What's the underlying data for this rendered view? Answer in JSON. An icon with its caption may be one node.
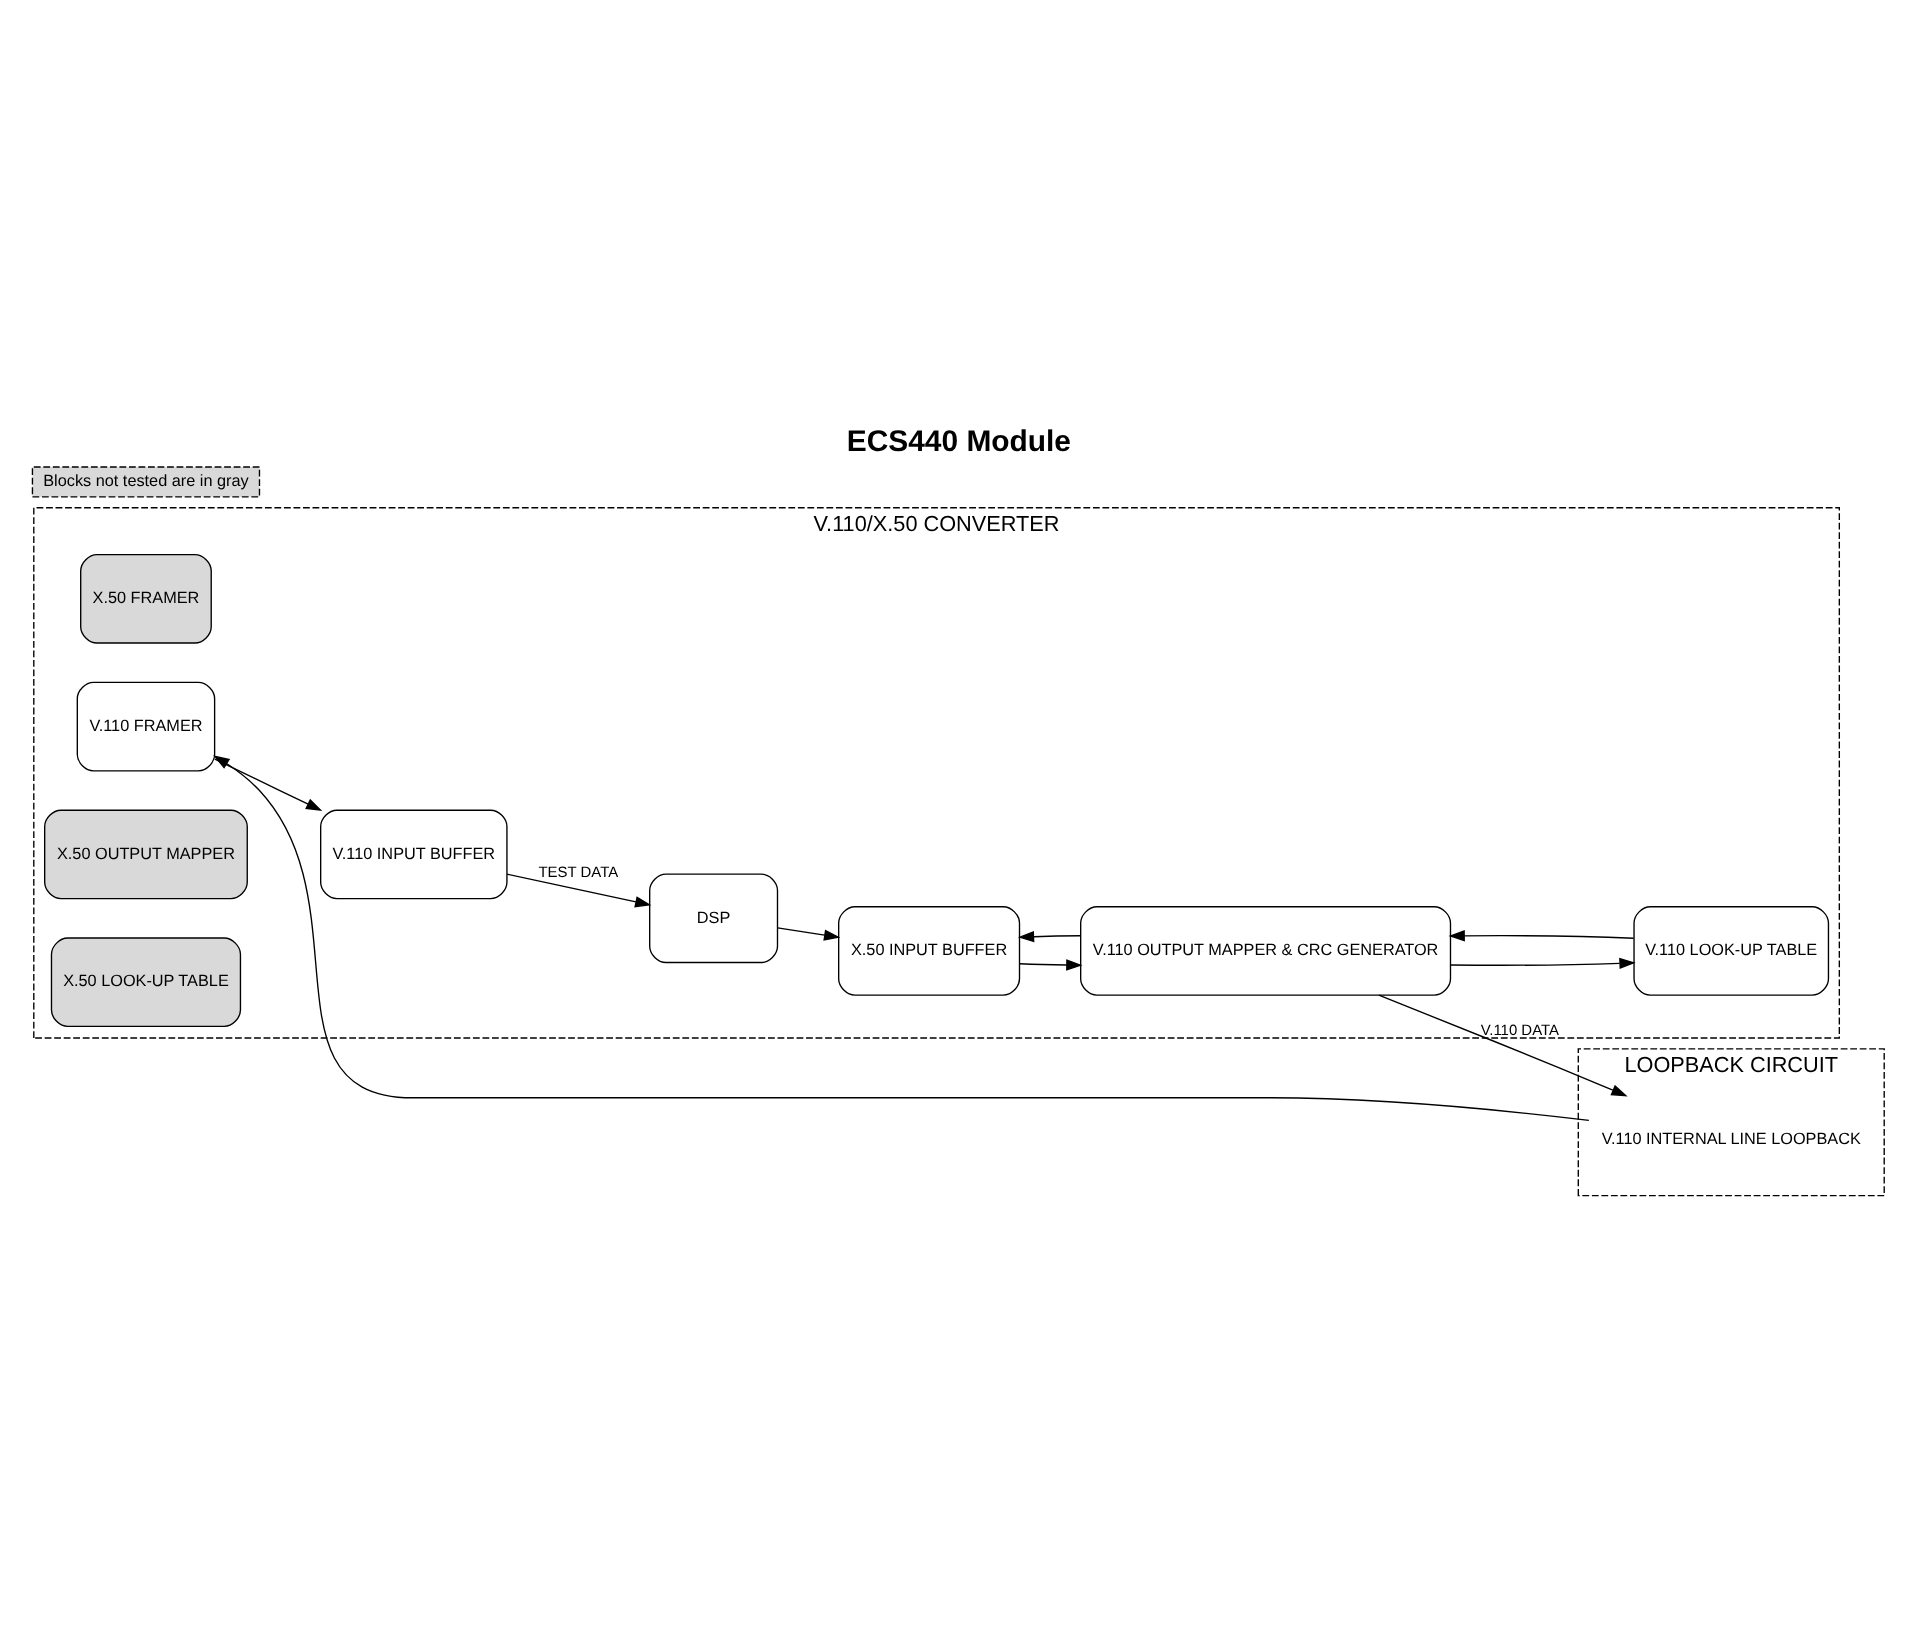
{
  "diagram": {
    "title": "ECS440 Module",
    "nodes": [
      {
        "text": [
          "LOOPBACK CIRCUIT"
        ]
      },
      {
        "text": [
          "V.110 INTERNAL LINE LOOPBACK"
        ],
        "in": 0
      },
      {
        "text": [
          "V.110/X.50 CONVERTER"
        ]
      },
      {
        "text": [
          "DSP"
        ],
        "in": 2
      },
      {
        "text": [
          "X.50 FRAMER"
        ],
        "in": 2
      },
      {
        "text": [
          "X.50 INPUT BUFFER"
        ],
        "in": 2
      },
      {
        "text": [
          "V.110 OUTPUT MAPPER & CRC GENERATOR"
        ],
        "in": 2
      },
      {
        "text": [
          "V.110 LOOK-UP TABLE"
        ],
        "in": 2
      },
      {
        "text": [
          "V.110 FRAMER"
        ],
        "in": 2
      },
      {
        "text": [
          "V.110 INPUT BUFFER"
        ],
        "in": 2
      },
      {
        "text": [
          "X.50 OUTPUT MAPPER"
        ],
        "in": 2
      },
      {
        "text": [
          "X.50 LOOK-UP TABLE"
        ],
        "in": 2
      }
    ],
    "edges": [
      {
        "from": 6,
        "to": 1,
        "arrow": "to",
        "label": "V.110 DATA"
      },
      {
        "from": 1,
        "to": 8,
        "arrow": "to"
      },
      {
        "from": 3,
        "to": 5,
        "arrow": "to"
      },
      {
        "from": 9,
        "to": 3,
        "arrow": "to",
        "label": "TEST DATA"
      },
      {
        "from": 6,
        "to": 5,
        "arrow": "to"
      },
      {
        "from": 5,
        "to": 6,
        "arrow": "to"
      },
      {
        "from": 6,
        "to": 7,
        "arrow": "to"
      },
      {
        "from": 7,
        "to": 6,
        "arrow": "to"
      },
      {
        "from": 8,
        "to": 9,
        "arrow": "to"
      }
    ],
    "legend": [
      {
        "text": "Blocks not tested are in gray",
        "color": "#d9d9d9"
      }
    ]
  }
}
